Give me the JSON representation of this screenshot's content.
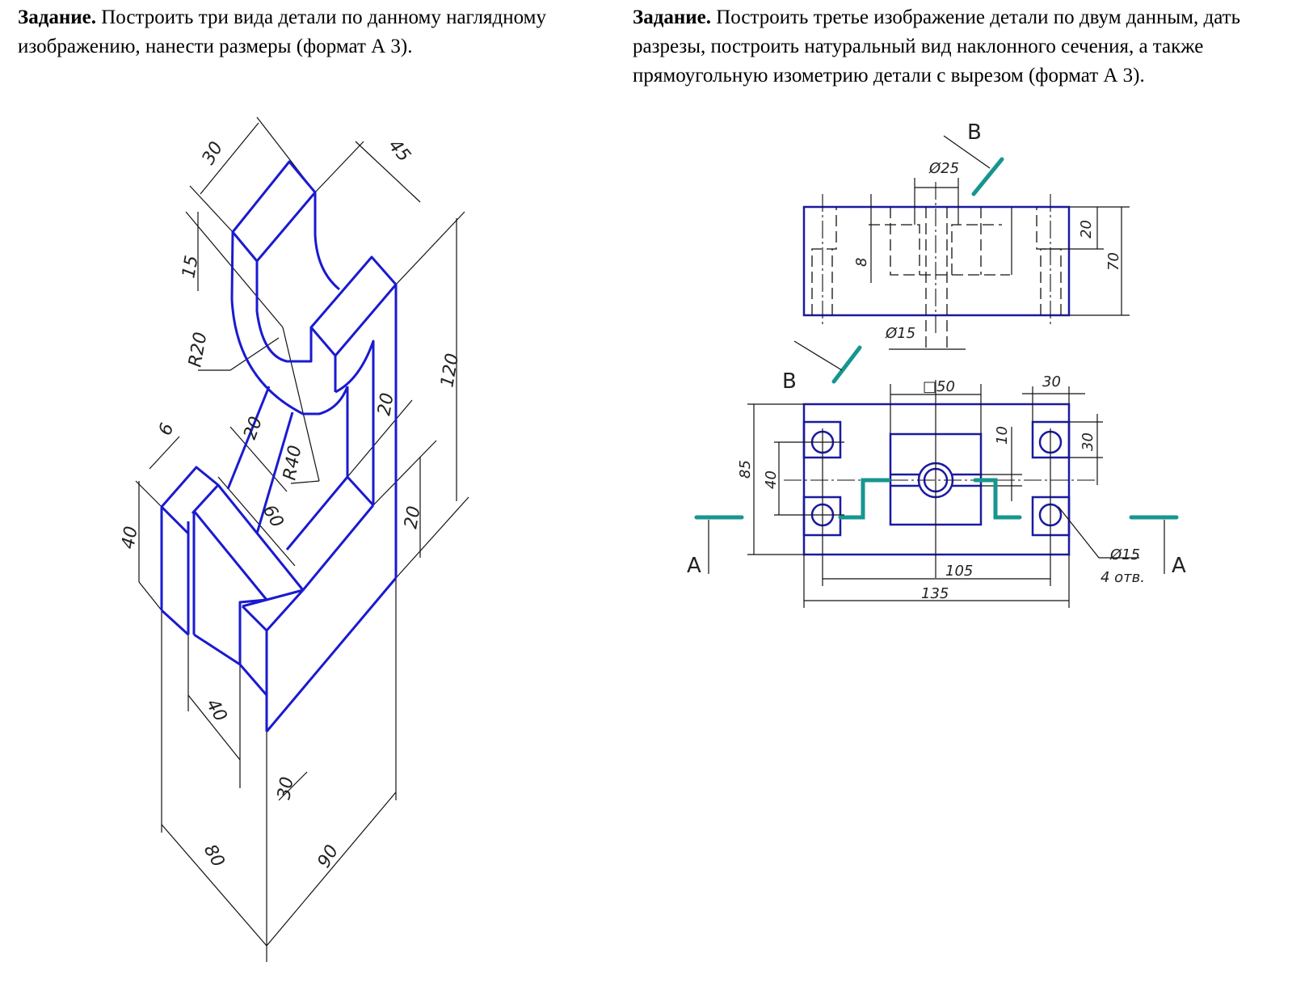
{
  "task_left": {
    "heading": "Задание.",
    "text": " Построить три вида детали по данному наглядному изображению, нанести размеры (формат А 3)."
  },
  "task_right": {
    "heading": "Задание.",
    "text": " Построить третье изображение детали по двум данным, дать разрезы, построить натуральный вид наклонного сечения, а также прямоугольную изометрию детали с вырезом (формат А 3)."
  },
  "isometric_drawing": {
    "dimensions": {
      "d30_top": "30",
      "d45": "45",
      "d15": "15",
      "r20": "R20",
      "r40": "R40",
      "d120": "120",
      "d20_right": "20",
      "d20_rib": "20",
      "d20_lower": "20",
      "d6": "6",
      "d40_left": "40",
      "d60": "60",
      "d40_bottom": "40",
      "d30_bottom": "30",
      "d80": "80",
      "d90": "90"
    }
  },
  "orthographic_drawing": {
    "section_b": "B",
    "section_a": "A",
    "dimensions": {
      "dia25": "Ø25",
      "dia15_top": "Ø15",
      "d8": "8",
      "d20": "20",
      "d70": "70",
      "sq50": "□50",
      "d30_top": "30",
      "d10": "10",
      "d30_right": "30",
      "d85": "85",
      "d40": "40",
      "dia15_holes": "Ø15",
      "holes_note": "4 отв.",
      "d105": "105",
      "d135": "135"
    }
  },
  "colors": {
    "outline": "#1a1ad0",
    "section_line": "#16968f"
  }
}
